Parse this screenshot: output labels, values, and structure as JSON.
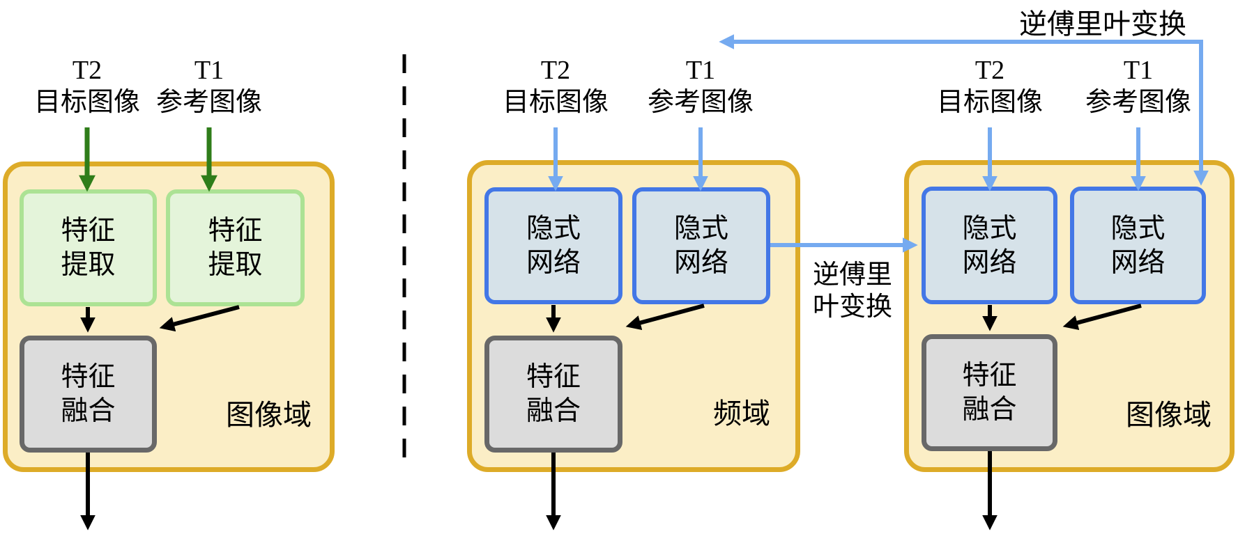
{
  "colors": {
    "container_fill": "#fbeec6",
    "container_border": "#ddab28",
    "extract_fill": "#e4f4da",
    "extract_border": "#ace294",
    "green_arrow": "#2f7d1a",
    "implicit_fill": "#d6e2e9",
    "implicit_border": "#4377e6",
    "blue_arrow": "#75aaf0",
    "fusion_fill": "#dcdcdc",
    "fusion_border": "#686868",
    "black_arrow": "#000000"
  },
  "left_panel": {
    "inputs": [
      {
        "tag": "T2",
        "name": "目标图像"
      },
      {
        "tag": "T1",
        "name": "参考图像"
      }
    ],
    "boxes": [
      {
        "line1": "特征",
        "line2": "提取"
      },
      {
        "line1": "特征",
        "line2": "提取"
      }
    ],
    "fusion": {
      "line1": "特征",
      "line2": "融合"
    },
    "domain": "图像域"
  },
  "middle_panel": {
    "inputs": [
      {
        "tag": "T2",
        "name": "目标图像"
      },
      {
        "tag": "T1",
        "name": "参考图像"
      }
    ],
    "boxes": [
      {
        "line1": "隐式",
        "line2": "网络"
      },
      {
        "line1": "隐式",
        "line2": "网络"
      }
    ],
    "fusion": {
      "line1": "特征",
      "line2": "融合"
    },
    "domain": "频域"
  },
  "right_panel": {
    "inputs": [
      {
        "tag": "T2",
        "name": "目标图像"
      },
      {
        "tag": "T1",
        "name": "参考图像"
      }
    ],
    "boxes": [
      {
        "line1": "隐式",
        "line2": "网络"
      },
      {
        "line1": "隐式",
        "line2": "网络"
      }
    ],
    "fusion": {
      "line1": "特征",
      "line2": "融合"
    },
    "domain": "图像域"
  },
  "annotations": {
    "ifft_top": "逆傅里叶变换",
    "ifft_mid_line1": "逆傅里",
    "ifft_mid_line2": "叶变换"
  }
}
